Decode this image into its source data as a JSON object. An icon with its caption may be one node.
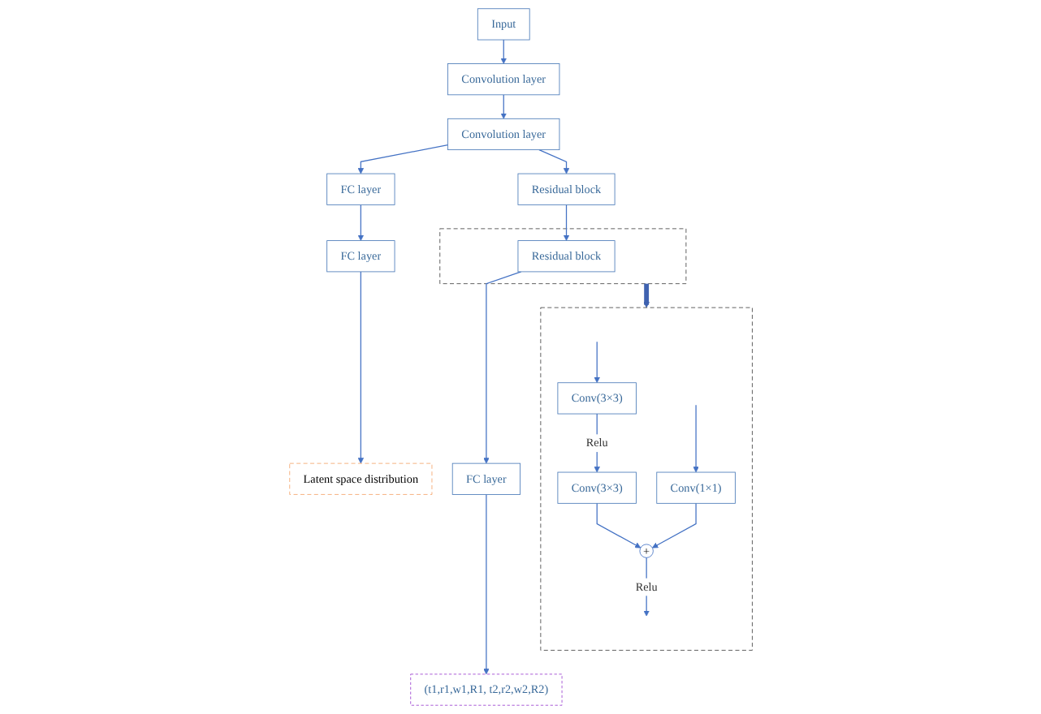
{
  "diagram": {
    "nodes": [
      {
        "text": [
          "Input"
        ]
      },
      {
        "text": [
          "Convolution layer"
        ]
      },
      {
        "text": [
          "Convolution layer"
        ]
      },
      {
        "text": [
          "FC layer"
        ]
      },
      {
        "text": [
          "Residual block"
        ]
      },
      {
        "text": [],
        "shape": "box"
      },
      {
        "text": [
          "Residual block"
        ],
        "in": 5
      },
      {
        "text": [
          "FC layer"
        ]
      },
      {
        "text": [
          "Latent space distribution"
        ]
      },
      {
        "text": [
          "FC layer"
        ]
      },
      {
        "text": [
          "(t1,r1,w1,R1, t2,r2,w2,R2)"
        ]
      },
      {
        "text": [],
        "shape": "box"
      },
      {
        "text": [
          "Conv(3×3)"
        ],
        "in": 11
      },
      {
        "text": [
          "Conv(3×3)"
        ],
        "in": 11
      },
      {
        "text": [
          "Conv(1×1)"
        ],
        "in": 11
      },
      {
        "text": [
          "+"
        ],
        "in": 11
      }
    ],
    "edges": [
      {
        "from": 0,
        "to": 1,
        "arrow": "to"
      },
      {
        "from": 1,
        "to": 2,
        "arrow": "to"
      },
      {
        "from": 2,
        "to": 3,
        "arrow": "to"
      },
      {
        "from": 2,
        "to": 4,
        "arrow": "to"
      },
      {
        "from": 3,
        "to": 7,
        "arrow": "to"
      },
      {
        "from": 4,
        "to": 6,
        "arrow": "to"
      },
      {
        "from": 7,
        "to": 8,
        "arrow": "to"
      },
      {
        "from": 6,
        "to": 9,
        "arrow": "to"
      },
      {
        "from": 9,
        "to": 10,
        "arrow": "to"
      },
      {
        "from": 5,
        "to": 11,
        "arrow": "to",
        "style": "thick"
      },
      {
        "from": null,
        "to": 12,
        "arrow": "to"
      },
      {
        "from": null,
        "to": 14,
        "arrow": "to"
      },
      {
        "from": 12,
        "to": 13,
        "arrow": "to",
        "label": "Relu"
      },
      {
        "from": 13,
        "to": 15,
        "arrow": "to"
      },
      {
        "from": 14,
        "to": 15,
        "arrow": "to"
      },
      {
        "from": 15,
        "to": null,
        "arrow": "to",
        "label": "Relu"
      }
    ]
  }
}
